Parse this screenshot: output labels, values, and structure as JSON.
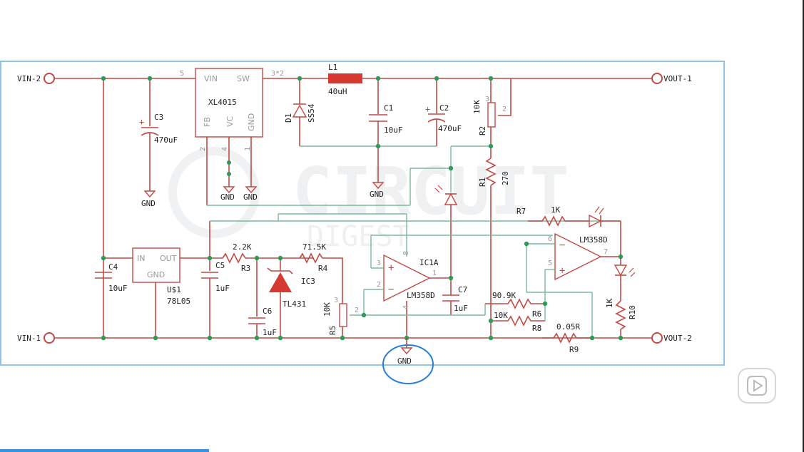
{
  "schematic": {
    "ports": {
      "vin_plus": "VIN-2",
      "vin_minus": "VIN-1",
      "vout_plus": "VOUT-1",
      "vout_minus": "VOUT-2"
    },
    "gnd": "GND",
    "buck": {
      "part": "XL4015",
      "pins": {
        "vin": "VIN",
        "sw": "SW",
        "fb": "FB",
        "vc": "VC",
        "gnd": "GND"
      },
      "pin_numbers": {
        "vin": "5",
        "sw": "3*2",
        "fb": "2",
        "vc": "4",
        "gnd": "1"
      }
    },
    "inductor": {
      "ref": "L1",
      "value": "40uH"
    },
    "diode": {
      "ref": "D1",
      "value": "SS54"
    },
    "c1": {
      "ref": "C1",
      "value": "10uF"
    },
    "c2": {
      "ref": "C2",
      "value": "470uF"
    },
    "c3": {
      "ref": "C3",
      "value": "470uF"
    },
    "c4": {
      "ref": "C4",
      "value": "10uF"
    },
    "c5": {
      "ref": "C5",
      "value": "1uF"
    },
    "c6": {
      "ref": "C6",
      "value": "1uF"
    },
    "c7": {
      "ref": "C7",
      "value": "1uF"
    },
    "r1": {
      "ref": "R1",
      "value": "270"
    },
    "r2": {
      "ref": "R2",
      "value": "10K",
      "pins": [
        "3",
        "2"
      ]
    },
    "r3": {
      "ref": "R3",
      "value": "2.2K"
    },
    "r4": {
      "ref": "R4",
      "value": "71.5K"
    },
    "r5": {
      "ref": "R5",
      "value": "10K",
      "pins": [
        "3",
        "2"
      ]
    },
    "r6": {
      "ref": "R6",
      "value": "90.9K"
    },
    "r7": {
      "ref": "R7",
      "value": "1K"
    },
    "r8": {
      "ref": "R8",
      "value": "10K"
    },
    "r9": {
      "ref": "R9",
      "value": "0.05R"
    },
    "r10": {
      "ref": "R10",
      "value": "1K"
    },
    "reg": {
      "ref": "U$1",
      "part": "78L05",
      "pins": {
        "in": "IN",
        "out": "OUT",
        "gnd": "GND"
      }
    },
    "ref_ic": {
      "ref": "IC3",
      "part": "TL431"
    },
    "opamp_a": {
      "ref": "IC1A",
      "part": "LM358D",
      "pins": [
        "3",
        "2",
        "1",
        "8",
        "4"
      ]
    },
    "opamp_b": {
      "ref": "",
      "part": "LM358D",
      "pins": [
        "6",
        "5",
        "7"
      ]
    },
    "watermark": {
      "line1": "CIRCUIT",
      "line2": "DIGEST"
    }
  },
  "colors": {
    "wire": "#c24a45",
    "net": "#7bb89a",
    "frame": "#8fc4e8",
    "annotation": "#2a7fd4"
  },
  "video": {
    "progress": 0.26,
    "play_icon": "play-icon"
  }
}
